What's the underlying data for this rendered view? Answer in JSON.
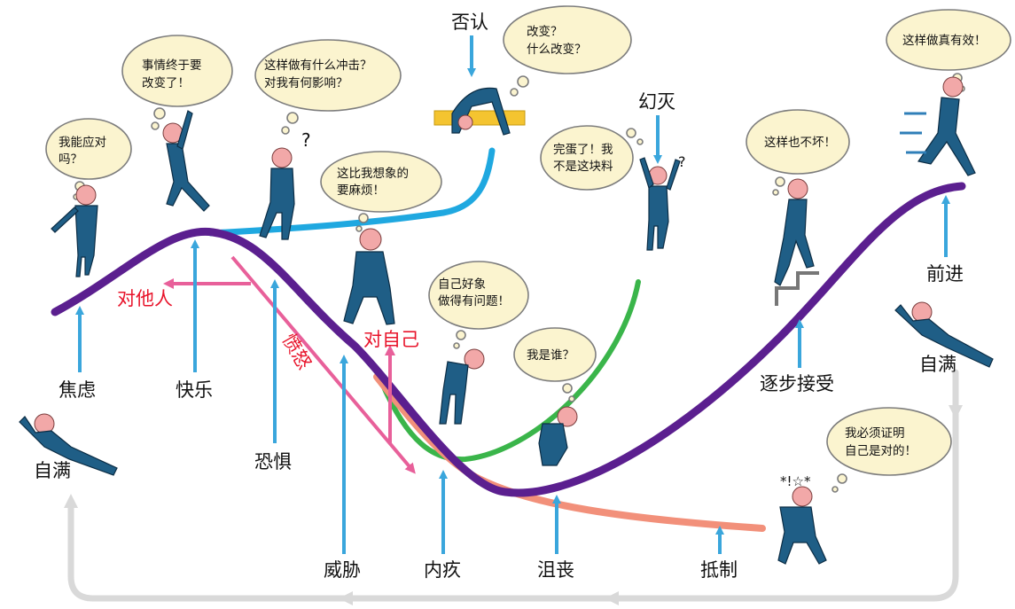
{
  "stages": {
    "complacency_left": "自满",
    "anxiety": "焦虑",
    "happiness": "快乐",
    "fear": "恐惧",
    "threat": "威胁",
    "guilt": "内疚",
    "depression": "沮丧",
    "hostility": "抵制",
    "denial": "否认",
    "disillusion": "幻灭",
    "gradual_acceptance": "逐步接受",
    "moving_forward": "前进",
    "complacency_right": "自满"
  },
  "side_labels": {
    "blame_others": "对他人",
    "anger": "愤怒",
    "blame_self": "对自己"
  },
  "thoughts": {
    "can_i_cope": [
      "我能应对",
      "吗？"
    ],
    "finally_change": [
      "事情终于要",
      "改变了！"
    ],
    "impact": [
      "这样做有什么冲击？",
      "对我有何影响？"
    ],
    "more_trouble": [
      "这比我想象的",
      "要麻烦！"
    ],
    "change_what": [
      "改变？",
      "什么改变？"
    ],
    "doomed": [
      "完蛋了！我",
      "不是这块料"
    ],
    "seems_wrong": [
      "自己好象",
      "做得有问题！"
    ],
    "who_am_i": [
      "我是谁？"
    ],
    "not_bad": [
      "这样也不坏！"
    ],
    "works_well": [
      "这样做真有效！"
    ],
    "prove_right": [
      "我必须证明",
      "自己是对的！"
    ]
  },
  "colors": {
    "main_curve": "#5b1f8f",
    "denial_curve": "#1fa8e0",
    "disillusion_curve": "#3ab54a",
    "hostility_curve": "#f2907a",
    "arrow_blue": "#3aa6dc",
    "arrow_pink": "#e8609a",
    "label_red": "#e8142b",
    "bubble_fill": "#fbf4cf",
    "loop_gray": "#d9d9d9"
  }
}
